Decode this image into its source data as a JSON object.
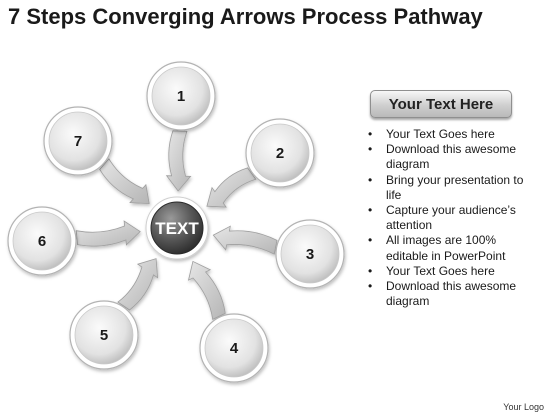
{
  "title": "7 Steps Converging Arrows Process Pathway",
  "center": {
    "label": "TEXT"
  },
  "steps": [
    {
      "label": "1"
    },
    {
      "label": "2"
    },
    {
      "label": "3"
    },
    {
      "label": "4"
    },
    {
      "label": "5"
    },
    {
      "label": "6"
    },
    {
      "label": "7"
    }
  ],
  "panel": {
    "header": "Your Text Here",
    "bullets": [
      "Your Text Goes here",
      "Download this awesome diagram",
      "Bring your presentation to life",
      "Capture your audience’s attention",
      "All images are 100% editable in PowerPoint",
      "Your Text Goes here",
      "Download this awesome diagram"
    ]
  },
  "footer": {
    "logo": "Your Logo"
  },
  "colors": {
    "circle_light": "#f6f6f6",
    "circle_dark": "#bdbdbd",
    "center_dark": "#3c3c3c",
    "arrow": "#c4c4c4"
  }
}
